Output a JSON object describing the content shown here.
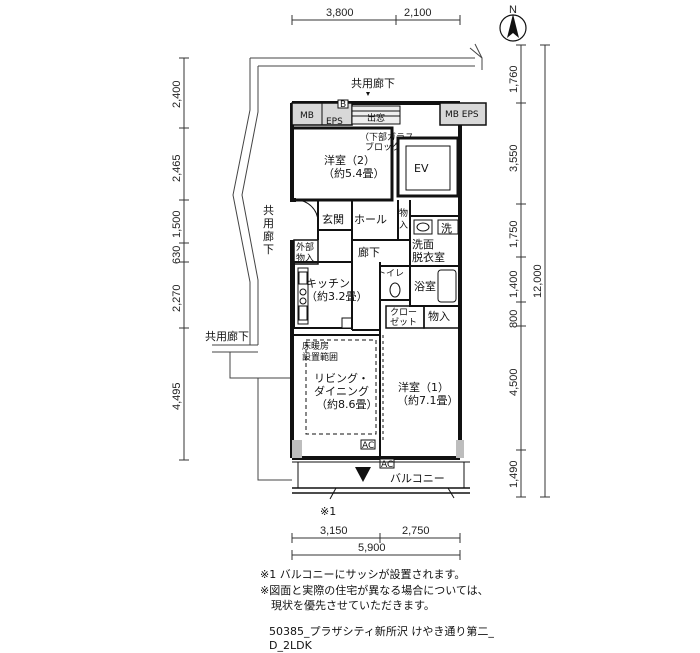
{
  "dims": {
    "top": [
      "3,800",
      "2,100"
    ],
    "left": [
      "2,400",
      "2,465",
      "1,500",
      "630",
      "2,270",
      "4,495"
    ],
    "right": [
      "1,760",
      "3,550",
      "1,750",
      "1,400",
      "800",
      "4,500",
      "1,490"
    ],
    "right_total": "12,000",
    "bottom": [
      "3,150",
      "2,750"
    ],
    "bottom_total": "5,900"
  },
  "labels": {
    "north": "N",
    "corridor_top": "共用廊下",
    "corridor_left": "共用廊下",
    "corridor_side": [
      "共",
      "用",
      "廊",
      "下"
    ],
    "mb_eps_left": [
      "MB",
      "EPS"
    ],
    "b_box": "B",
    "demado": "出窓",
    "glass_block": [
      "（下部ガラス",
      "ブロック）"
    ],
    "mb_eps_right": "MB EPS",
    "ev": "EV",
    "western2": [
      "洋室（2）",
      "（約5.4畳）"
    ],
    "genkan": "玄関",
    "hall": "ホール",
    "storage_hall": [
      "物",
      "入"
    ],
    "outside_storage": [
      "外部",
      "物入"
    ],
    "rouka": "廊下",
    "sen": "洗",
    "washroom": [
      "洗面",
      "脱衣室"
    ],
    "kitchen": [
      "キッチン",
      "（約3.2畳）"
    ],
    "toilet": "トイレ",
    "bath": "浴室",
    "closet": [
      "クロー",
      "ゼット"
    ],
    "storage2": "物入",
    "floor_heating": [
      "床暖房",
      "設置範囲"
    ],
    "living": [
      "リビング・",
      "ダイニング",
      "（約8.6畳）"
    ],
    "western1": [
      "洋室（1）",
      "（約7.1畳）"
    ],
    "ac1": "AC",
    "ac2": "AC",
    "balcony": "バルコニー",
    "mark1": "※1"
  },
  "notes": [
    "※1 バルコニーにサッシが設置されます。",
    "※図面と実際の住宅が異なる場合については、",
    "　現状を優先させていただきます。"
  ],
  "footer": [
    "50385_プラザシティ新所沢 けやき通り第二_",
    "D_2LDK"
  ]
}
